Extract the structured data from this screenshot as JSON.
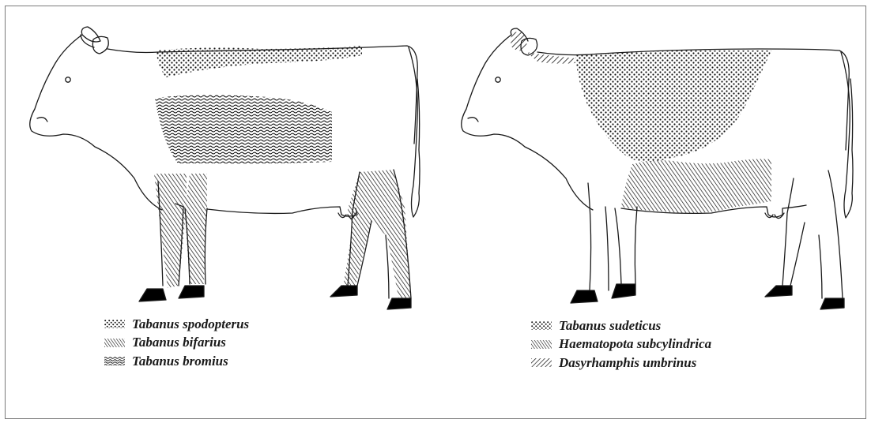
{
  "left_panel": {
    "legend": [
      {
        "label": "Tabanus spodopterus",
        "pattern": "dots"
      },
      {
        "label": "Tabanus bifarius",
        "pattern": "hatch-fine"
      },
      {
        "label": "Tabanus bromius",
        "pattern": "hatch-wavy"
      }
    ]
  },
  "right_panel": {
    "legend": [
      {
        "label": "Tabanus sudeticus",
        "pattern": "dots"
      },
      {
        "label": "Haematopota subcylindrica",
        "pattern": "hatch-fine"
      },
      {
        "label": "Dasyrhamphis umbrinus",
        "pattern": "hatch-diag"
      }
    ]
  },
  "colors": {
    "ink": "#1a1a1a",
    "hoof": "#000000",
    "border": "#7a7a7a"
  }
}
